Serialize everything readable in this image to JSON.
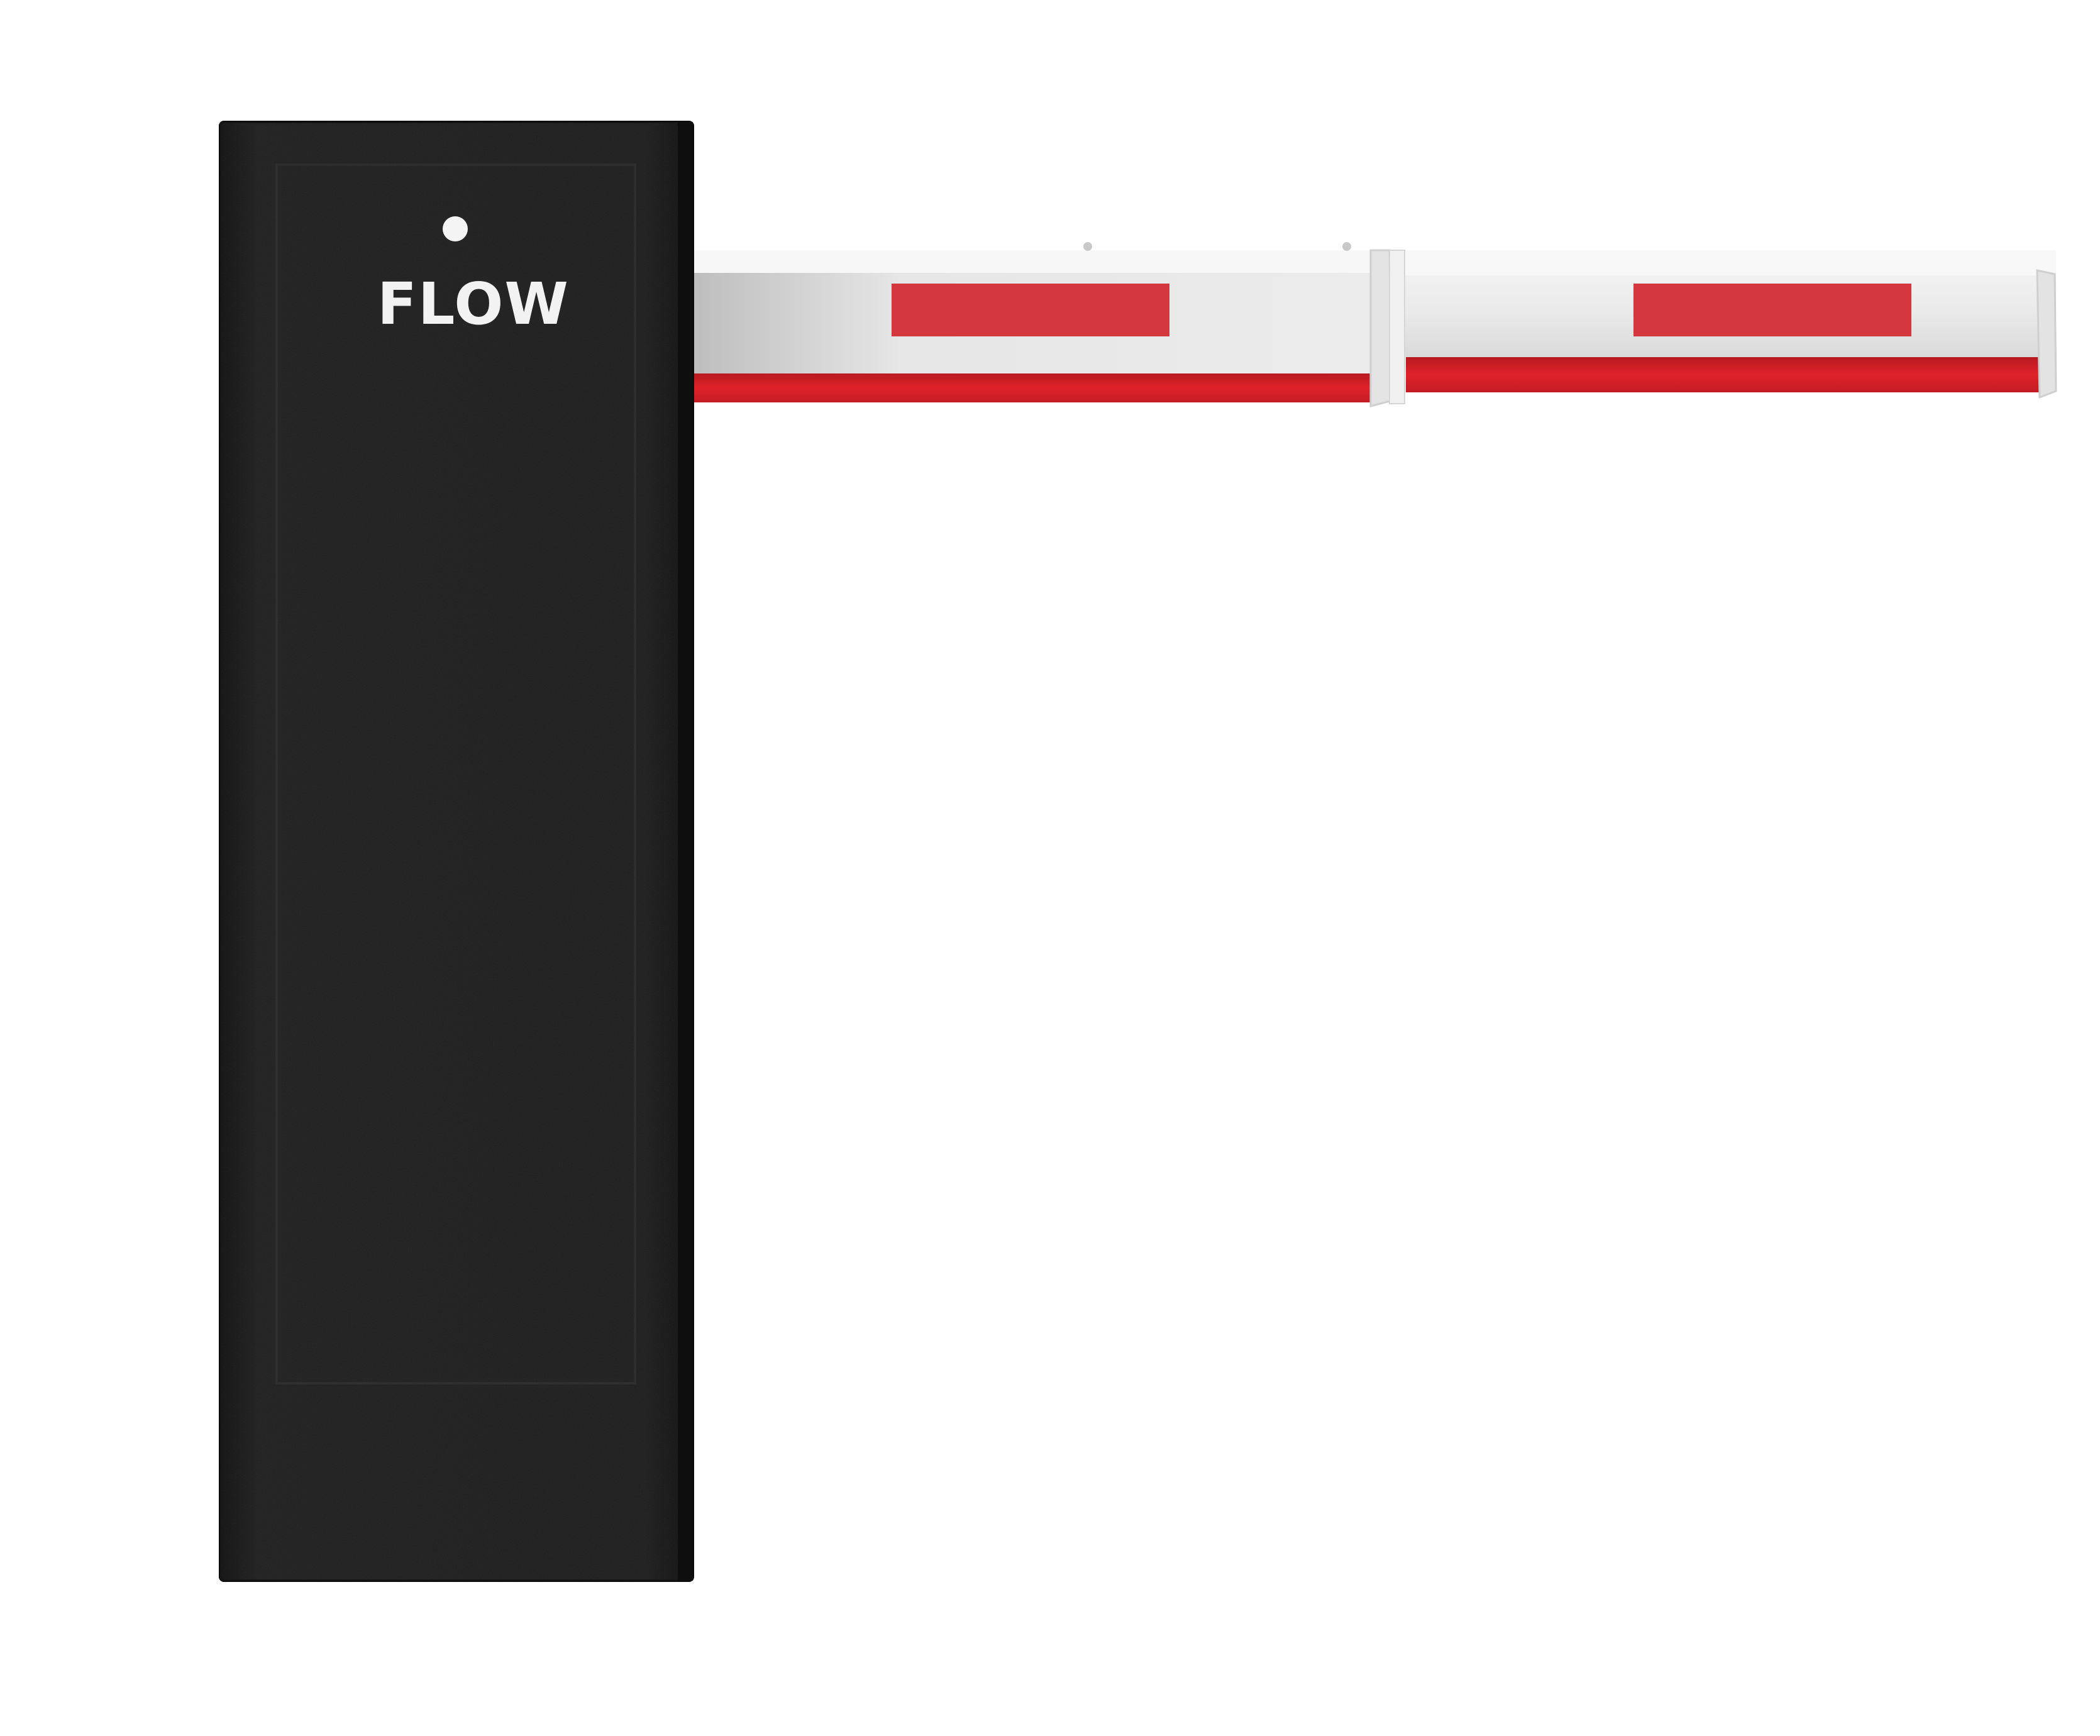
{
  "product": {
    "brand_logo_text": "FLOW"
  },
  "colors": {
    "background": "#ffffff",
    "cabinet": "#1c1c1c",
    "cabinet_edge": "#0d0d0d",
    "panel_outline": "#2a2a2a",
    "indicator_light": "#f4f4f4",
    "boom_white": "#ededed",
    "boom_red": "#d6333a",
    "boom_red_underside": "#e01f26"
  },
  "boom": {
    "segments": 2,
    "reflector_stripes": 2
  }
}
